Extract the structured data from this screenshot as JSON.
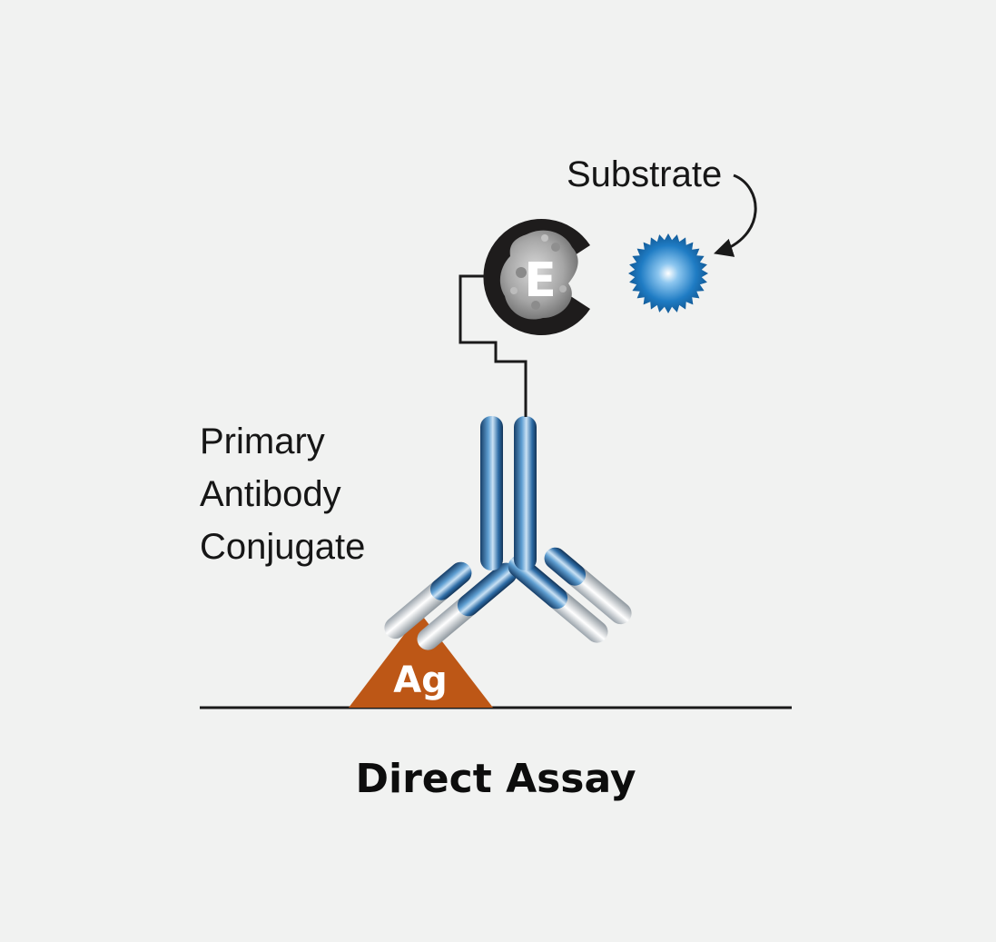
{
  "diagram": {
    "caption": "Direct Assay",
    "substrate_label": "Substrate",
    "antibody_label_lines": [
      "Primary",
      "Antibody",
      "Conjugate"
    ],
    "enzyme_label": "E",
    "antigen_label": "Ag",
    "colors": {
      "background": "#f1f2f1",
      "antigen": "#bd5716",
      "enzyme": "#1e1c1c",
      "substrate": "#1f7cc4",
      "antibody_blue": "#2a6aa6",
      "antibody_light": "#dfe3e6",
      "line": "#1a1a1a"
    },
    "icons": {
      "enzyme": "pacman-enzyme-icon",
      "substrate": "spiky-sphere-icon",
      "arrow": "curved-arrow-icon"
    }
  }
}
